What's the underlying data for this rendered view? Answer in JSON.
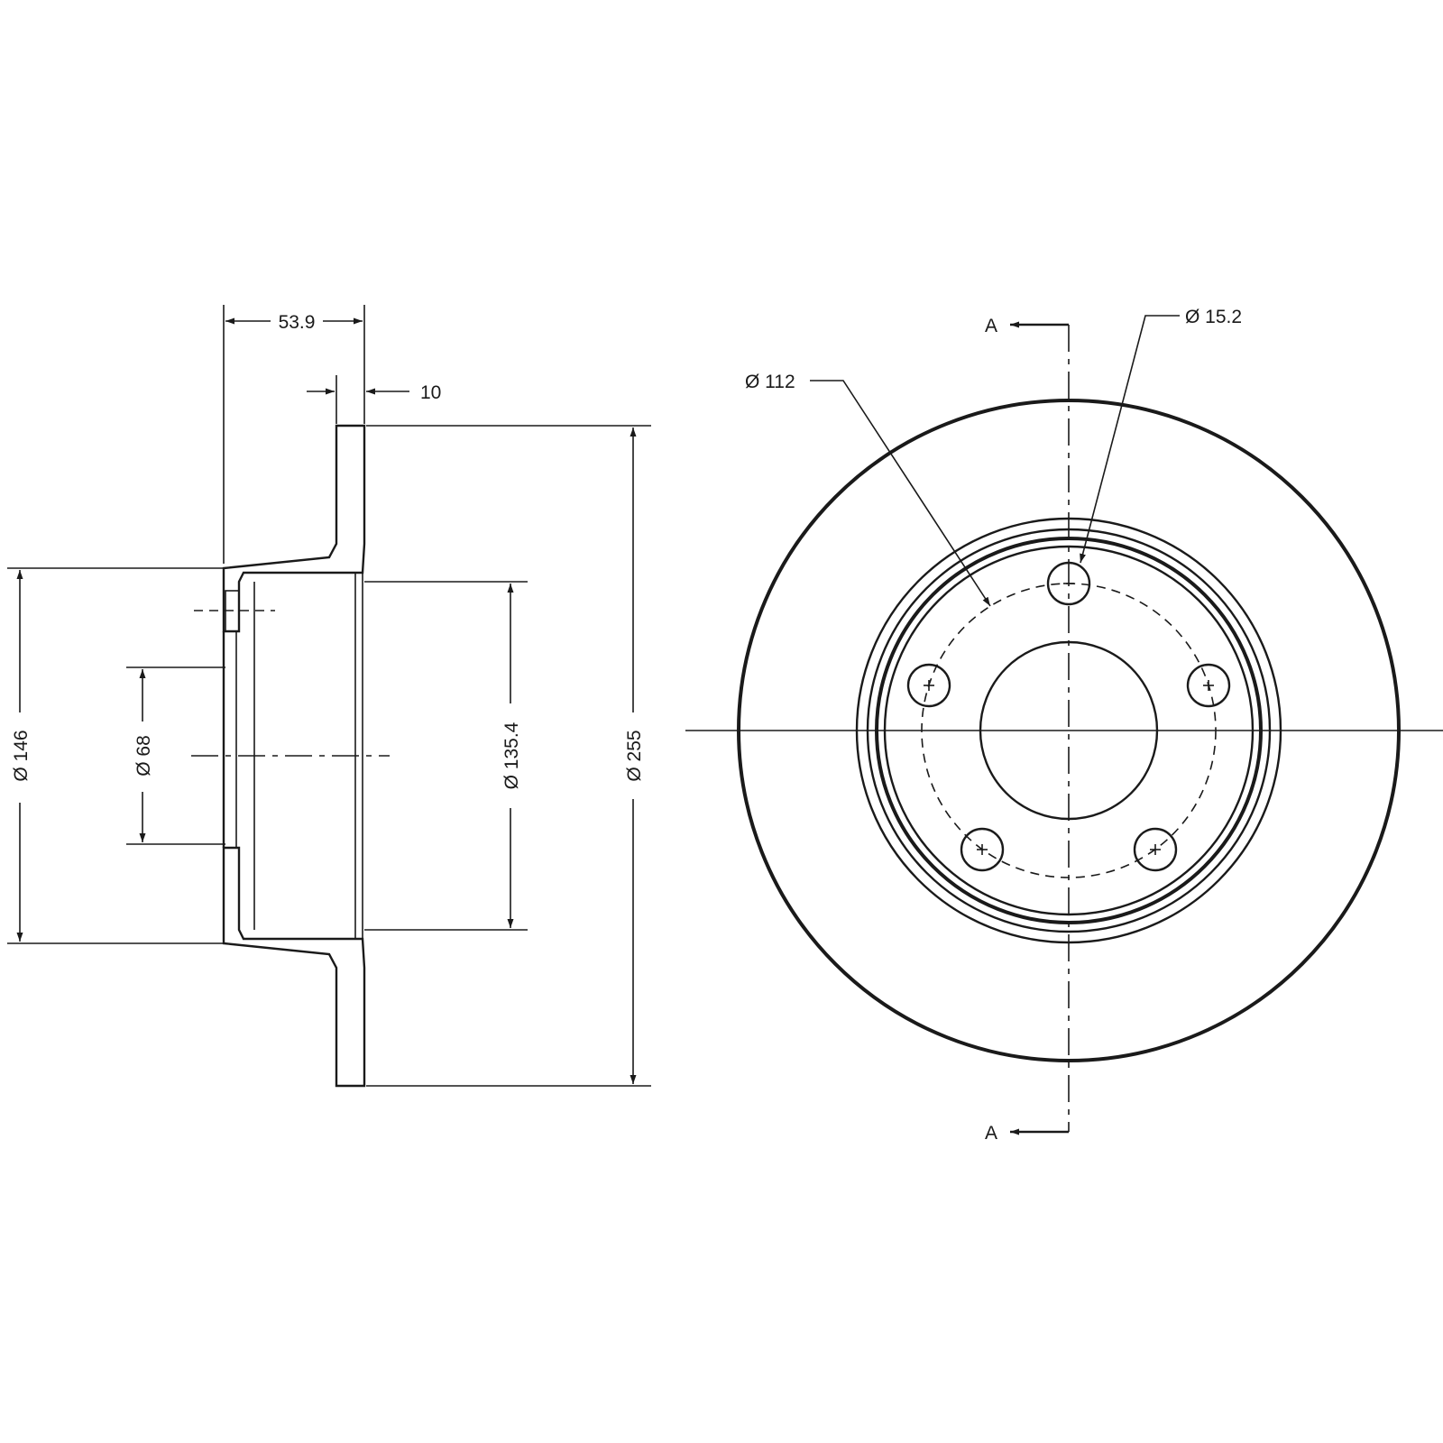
{
  "dimensions": {
    "hub_depth": "53.9",
    "disc_thickness": "10",
    "hat_diameter": "Ø 146",
    "center_bore": "Ø 68",
    "inner_diameter": "Ø 135.4",
    "outer_diameter": "Ø 255",
    "bolt_circle": "Ø 112",
    "bolt_hole": "Ø 15.2"
  },
  "section_marks": {
    "top": "A",
    "bottom": "A"
  },
  "bolt_hole_count": 5,
  "colors": {
    "line": "#1a1a1a",
    "background": "#ffffff"
  }
}
